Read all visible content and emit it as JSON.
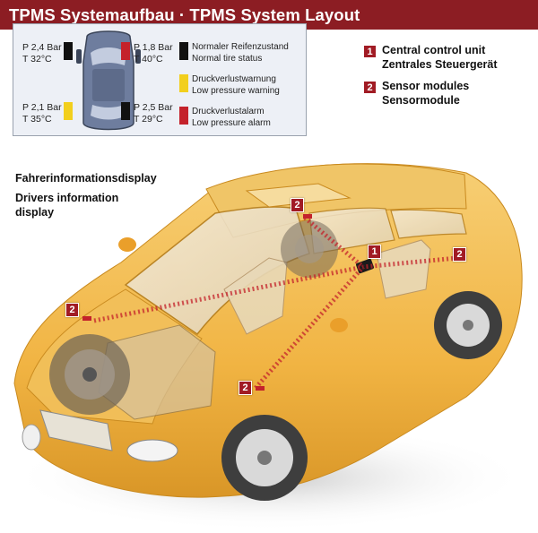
{
  "title": "TPMS Systemaufbau · TPMS System Layout",
  "display": {
    "readings": {
      "front_left": {
        "pressure": "P 2,4 Bar",
        "temperature": "T 32°C",
        "status": "normal"
      },
      "front_right": {
        "pressure": "P 1,8 Bar",
        "temperature": "T 40°C",
        "status": "alarm"
      },
      "rear_left": {
        "pressure": "P 2,1 Bar",
        "temperature": "T 35°C",
        "status": "warning"
      },
      "rear_right": {
        "pressure": "P 2,5 Bar",
        "temperature": "T 29°C",
        "status": "normal"
      }
    },
    "legend": [
      {
        "color": "#111111",
        "line1": "Normaler Reifenzustand",
        "line2": "Normal tire status"
      },
      {
        "color": "#f2cf1d",
        "line1": "Druckverlustwarnung",
        "line2": "Low pressure warning"
      },
      {
        "color": "#c4222b",
        "line1": "Druckverlustalarm",
        "line2": "Low pressure alarm"
      }
    ],
    "label_de": "Fahrerinformationsdisplay",
    "label_en_line1": "Drivers information",
    "label_en_line2": "display"
  },
  "key": [
    {
      "number": "1",
      "line1": "Central control unit",
      "line2": "Zentrales Steuergerät"
    },
    {
      "number": "2",
      "line1": "Sensor modules",
      "line2": "Sensormodule"
    }
  ],
  "callouts": {
    "control_unit": "1",
    "sensor_front_left": "2",
    "sensor_front_right": "2",
    "sensor_rear_left": "2",
    "sensor_rear_right": "2"
  },
  "colors": {
    "title_bar": "#8c1d23",
    "badge": "#a11b24",
    "car_body": "#f3b84a",
    "signal": "#c4222b"
  }
}
